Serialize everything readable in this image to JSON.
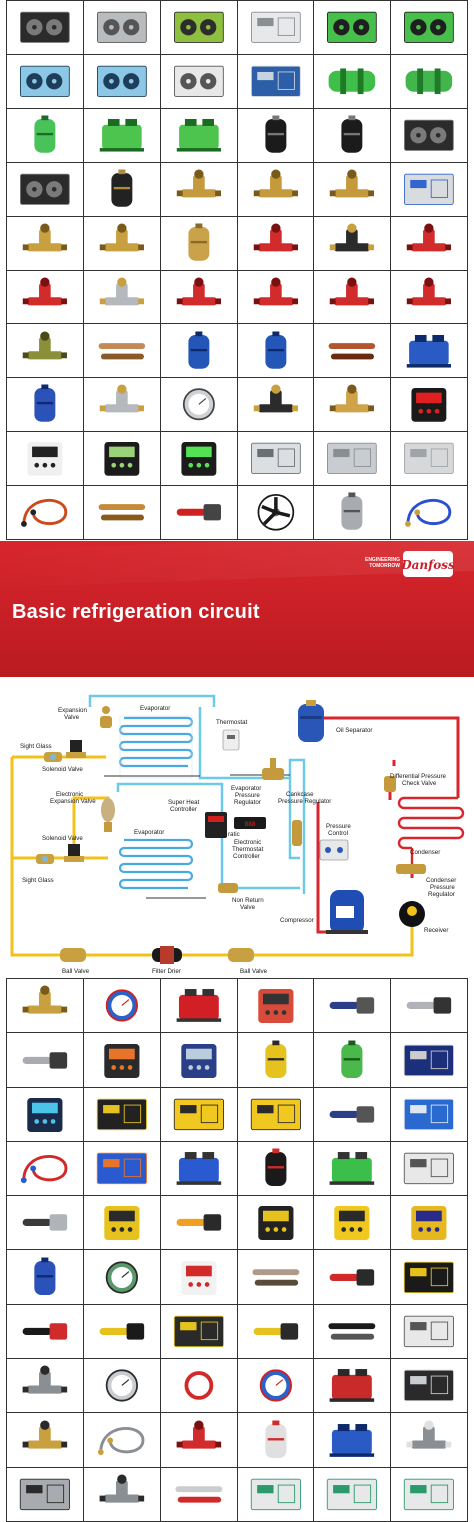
{
  "banner": {
    "title": "Basic refrigeration circuit",
    "tagline_line1": "ENGINEERING",
    "tagline_line2": "TOMORROW",
    "brand": "Danfoss",
    "brand_color": "#c8202b"
  },
  "diagram": {
    "labels": {
      "expansion_valve": [
        "Expansion",
        "Valve"
      ],
      "evaporator_top": "Evaporator",
      "thermostat": "Thermostat",
      "sight_glass_top": "Sight Glass",
      "solenoid_valve_top": "Solenoid Valve",
      "electronic_expansion_valve": [
        "Electronic",
        "Expansion Valve"
      ],
      "super_heat_controller": [
        "Super Heat",
        "Controller"
      ],
      "evaporator_pressure_regulator": [
        "Evaporator",
        "Pressure",
        "Regulator"
      ],
      "crankcase_pressure_regulator": [
        "Cankcase",
        "Pressure Regulator"
      ],
      "oil_separator": "Oil Separator",
      "differential_pressure_check_valve": [
        "Differential Pressure",
        "Check Valve"
      ],
      "solenoid_valve_bottom": "Solenoid Valve",
      "evaporator_bottom": "Evaporator",
      "electronic_thermostat_controller": [
        "ratic",
        "Electronic",
        "Thermostat",
        "Controller"
      ],
      "pressure_control": [
        "Pressure",
        "Control"
      ],
      "condenser": "Condenser",
      "condenser_pressure_regulator": [
        "Condenser",
        "Pressure",
        "Regulator"
      ],
      "sight_glass_bottom": "Sight Glass",
      "non_return_valve": [
        "Non Return",
        "Valve"
      ],
      "compressor": "Compressor",
      "receiver": "Receiver",
      "ball_valve_left": "Ball Valve",
      "filter_drier": "Filter Drier",
      "ball_valve_right": "Ball Valve"
    },
    "colors": {
      "liquid_line": "#f2c21a",
      "suction_line": "#6ec9e8",
      "discharge_line": "#d8262f",
      "evaporator_coil": "#4aa9de",
      "condenser_coil": "#d8262f",
      "receiver": "#111111"
    }
  },
  "top_grid": [
    [
      "cond-unit-dark-icon",
      "cooler-silver-icon",
      "cooler-green-icon",
      "chiller-white-icon",
      "cond-unit-green-icon",
      "cond-unit-green-icon"
    ],
    [
      "cooler-blue-icon",
      "cooler-blue-icon",
      "split-outdoor-icon",
      "cond-unit-blue-icon",
      "screw-compressor-green-icon",
      "heat-exchanger-green-icon"
    ],
    [
      "scroll-compressor-green-icon",
      "recip-compressor-green-icon",
      "recip-compressor-green-icon",
      "hermetic-compressor-black-icon",
      "hermetic-compressor-black-icon",
      "cond-unit-dark-icon"
    ],
    [
      "cond-unit-dark-icon",
      "filter-drier-black-icon",
      "expansion-valve-brass-icon",
      "expansion-valve-brass-icon",
      "expansion-valve-brass-icon",
      "pressure-switch-icon"
    ],
    [
      "brass-valve-icon",
      "brass-valve-icon",
      "brass-fitting-icon",
      "red-valve-icon",
      "solenoid-icon",
      "red-valve-icon"
    ],
    [
      "red-valve-icon",
      "sight-glass-icon",
      "red-valve-icon",
      "red-valve-icon",
      "red-valve-icon",
      "red-valve-icon"
    ],
    [
      "regulator-valve-icon",
      "copper-tube-icon",
      "receiver-blue-icon",
      "receiver-blue-icon",
      "filter-drier-copper-icon",
      "blue-valve-icon"
    ],
    [
      "filter-drier-blue-icon",
      "sight-glass-icon",
      "gauge-round-icon",
      "solenoid-icon",
      "brass-tee-icon",
      "thermostat-display-red-icon"
    ],
    [
      "controller-set-icon",
      "controller-display-icon",
      "controller-display-green-icon",
      "controller-module-icon",
      "plate-exchanger-icon",
      "evaporator-panel-icon"
    ],
    [
      "hose-kit-icon",
      "copper-bend-icon",
      "crimp-tool-icon",
      "axial-fan-icon",
      "fan-motor-icon",
      "charging-hose-blue-icon"
    ]
  ],
  "bottom_grid": [
    [
      "brass-valve-icon",
      "manifold-gauge-icon",
      "vacuum-pump-red-icon",
      "digital-gauge-red-icon",
      "tube-cutter-icon",
      "flaring-kit-icon"
    ],
    [
      "pliers-icon",
      "digital-manifold-icon",
      "leak-detector-icon",
      "recovery-tank-icon",
      "refrigerant-cylinder-green-icon",
      "recovery-machine-icon"
    ],
    [
      "vacuum-gauge-icon",
      "charging-scale-icon",
      "recovery-machine-yellow-icon",
      "recovery-machine-yellow-icon",
      "tube-cutter-icon",
      "tool-case-blue-icon"
    ],
    [
      "charging-hoses-icon",
      "recovery-machine-blue-icon",
      "vacuum-pump-blue-icon",
      "sensor-probe-icon",
      "vacuum-pump-green-icon",
      "condensate-pump-icon"
    ],
    [
      "wire-brush-icon",
      "digital-gauge-yellow-icon",
      "ir-thermometer-icon",
      "digital-probe-icon",
      "clamp-meter-yellow-icon",
      "multimeter-yellow-icon"
    ],
    [
      "filter-drier-blue-icon",
      "digital-gauge-green-icon",
      "thermometer-white-icon",
      "ruler-tool-icon",
      "clamp-set-icon",
      "tool-case-black-icon"
    ],
    [
      "pliers-set-icon",
      "screwdriver-set-icon",
      "socket-set-icon",
      "power-tool-set-icon",
      "insulation-tube-icon",
      "condensate-pump-icon"
    ],
    [
      "valve-assembly-icon",
      "pressure-gauge-icon",
      "pressure-gauge-red-icon",
      "manifold-gauge-icon",
      "oil-pump-red-icon",
      "control-panel-icon"
    ],
    [
      "fitting-small-icon",
      "sensor-cable-icon",
      "red-valve-icon",
      "oil-level-switch-icon",
      "blue-valve-icon",
      "valve-grey-icon"
    ],
    [
      "pressure-switch-grey-icon",
      "valve-assembly-icon",
      "probe-rod-icon",
      "oil-can-icon",
      "oil-can-icon",
      "oil-can-icon"
    ]
  ],
  "icon_shapes": {
    "cond-unit-dark-icon": {
      "kind": "box",
      "body": "#2b2b2b",
      "accent": "#7a7a7a",
      "fan": true
    },
    "cooler-silver-icon": {
      "kind": "box",
      "body": "#b9bcbf",
      "accent": "#555555",
      "fan": true
    },
    "cooler-green-icon": {
      "kind": "box",
      "body": "#8fbf3f",
      "accent": "#2d2d2d",
      "fan": true
    },
    "chiller-white-icon": {
      "kind": "box",
      "body": "#e6e8ea",
      "accent": "#8a8f94",
      "fan": false
    },
    "cond-unit-green-icon": {
      "kind": "box",
      "body": "#46c04a",
      "accent": "#1f1f1f",
      "fan": true
    },
    "cooler-blue-icon": {
      "kind": "box",
      "body": "#8cc8e6",
      "accent": "#1c3e5a",
      "fan": true
    },
    "split-outdoor-icon": {
      "kind": "box",
      "body": "#e8e8e8",
      "accent": "#555555",
      "fan": true
    },
    "cond-unit-blue-icon": {
      "kind": "box",
      "body": "#2d5fa8",
      "accent": "#c9d3df",
      "fan": false
    },
    "screw-compressor-green-icon": {
      "kind": "drum",
      "body": "#3fbf4a",
      "accent": "#1f7a26"
    },
    "heat-exchanger-green-icon": {
      "kind": "drum",
      "body": "#42b54c",
      "accent": "#207a2a"
    },
    "scroll-compressor-green-icon": {
      "kind": "can",
      "body": "#49c25a",
      "accent": "#1f6b2a"
    },
    "recip-compressor-green-icon": {
      "kind": "block",
      "body": "#4cc44e",
      "accent": "#1c6b22"
    },
    "hermetic-compressor-black-icon": {
      "kind": "can",
      "body": "#1b1b1b",
      "accent": "#777777"
    },
    "filter-drier-black-icon": {
      "kind": "can",
      "body": "#222222",
      "accent": "#b08a3a"
    },
    "expansion-valve-brass-icon": {
      "kind": "valve",
      "body": "#c49a3c",
      "accent": "#7a5a1a"
    },
    "pressure-switch-icon": {
      "kind": "box",
      "body": "#d9dcdf",
      "accent": "#3366cc",
      "fan": false
    },
    "brass-valve-icon": {
      "kind": "valve",
      "body": "#c9a040",
      "accent": "#7a5a1a"
    },
    "brass-fitting-icon": {
      "kind": "can",
      "body": "#caa24a",
      "accent": "#8a6a2a"
    },
    "red-valve-icon": {
      "kind": "valve",
      "body": "#d22b2b",
      "accent": "#7a1010"
    },
    "solenoid-icon": {
      "kind": "valve",
      "body": "#2b2b2b",
      "accent": "#c9a040"
    },
    "sight-glass-icon": {
      "kind": "valve",
      "body": "#b5b9bd",
      "accent": "#c9a040"
    },
    "regulator-valve-icon": {
      "kind": "valve",
      "body": "#8b8f3a",
      "accent": "#4a4a1a"
    },
    "copper-tube-icon": {
      "kind": "tube",
      "body": "#c48a56",
      "accent": "#8a5a2a"
    },
    "receiver-blue-icon": {
      "kind": "can",
      "body": "#2456b8",
      "accent": "#0f2a6a"
    },
    "filter-drier-copper-icon": {
      "kind": "tube",
      "body": "#b5552e",
      "accent": "#6a2a10"
    },
    "blue-valve-icon": {
      "kind": "block",
      "body": "#2a5bc4",
      "accent": "#0e2a6a"
    },
    "filter-drier-blue-icon": {
      "kind": "can",
      "body": "#2a52b8",
      "accent": "#0f2a6a"
    },
    "gauge-round-icon": {
      "kind": "gauge",
      "body": "#cfd2d5",
      "accent": "#444444"
    },
    "brass-tee-icon": {
      "kind": "valve",
      "body": "#d0a24a",
      "accent": "#7a5a1a"
    },
    "thermostat-display-red-icon": {
      "kind": "display",
      "body": "#1a1a1a",
      "accent": "#e02020"
    },
    "controller-set-icon": {
      "kind": "display",
      "body": "#f0f0f0",
      "accent": "#222222"
    },
    "controller-display-icon": {
      "kind": "display",
      "body": "#1b1b1b",
      "accent": "#9ad27a"
    },
    "controller-display-green-icon": {
      "kind": "display",
      "body": "#1b1b1b",
      "accent": "#53e253"
    },
    "controller-module-icon": {
      "kind": "box",
      "body": "#dcdfe2",
      "accent": "#6a6f74",
      "fan": false
    },
    "plate-exchanger-icon": {
      "kind": "box",
      "body": "#c9ccd0",
      "accent": "#8a8f94",
      "fan": false
    },
    "evaporator-panel-icon": {
      "kind": "box",
      "body": "#d6d8da",
      "accent": "#a0a4a8",
      "fan": false
    },
    "hose-kit-icon": {
      "kind": "hose",
      "body": "#cc4a1a",
      "accent": "#222222"
    },
    "copper-bend-icon": {
      "kind": "tube",
      "body": "#c48a3a",
      "accent": "#8a5a1a"
    },
    "crimp-tool-icon": {
      "kind": "tool",
      "body": "#d02020",
      "accent": "#444444"
    },
    "axial-fan-icon": {
      "kind": "fan",
      "body": "#1a1a1a",
      "accent": "#6a6a6a"
    },
    "fan-motor-icon": {
      "kind": "can",
      "body": "#a8acb0",
      "accent": "#555555"
    },
    "charging-hose-blue-icon": {
      "kind": "hose",
      "body": "#2a4fd0",
      "accent": "#c9a040"
    },
    "manifold-gauge-icon": {
      "kind": "gauge",
      "body": "#2a62c8",
      "accent": "#d02020"
    },
    "vacuum-pump-red-icon": {
      "kind": "block",
      "body": "#d21f26",
      "accent": "#333333"
    },
    "digital-gauge-red-icon": {
      "kind": "display",
      "body": "#d84a3a",
      "accent": "#333333"
    },
    "tube-cutter-icon": {
      "kind": "tool",
      "body": "#2a3f88",
      "accent": "#555555"
    },
    "flaring-kit-icon": {
      "kind": "tool",
      "body": "#b0b4b8",
      "accent": "#333333"
    },
    "pliers-icon": {
      "kind": "tool",
      "body": "#a8acb0",
      "accent": "#3a3a3a"
    },
    "digital-manifold-icon": {
      "kind": "display",
      "body": "#2a2a2a",
      "accent": "#e8742a"
    },
    "leak-detector-icon": {
      "kind": "display",
      "body": "#2a3f88",
      "accent": "#bcd"
    },
    "recovery-tank-icon": {
      "kind": "can",
      "body": "#e6c21f",
      "accent": "#2a2a2a"
    },
    "refrigerant-cylinder-green-icon": {
      "kind": "can",
      "body": "#4ab84a",
      "accent": "#1a5a1a"
    },
    "recovery-machine-icon": {
      "kind": "box",
      "body": "#1c2f7a",
      "accent": "#cccccc",
      "fan": false
    },
    "vacuum-gauge-icon": {
      "kind": "display",
      "body": "#1a2a4a",
      "accent": "#4ac4e8"
    },
    "charging-scale-icon": {
      "kind": "box",
      "body": "#222222",
      "accent": "#e6c21f",
      "fan": false
    },
    "recovery-machine-yellow-icon": {
      "kind": "box",
      "body": "#f0c81f",
      "accent": "#2a2a2a",
      "fan": false
    },
    "tool-case-blue-icon": {
      "kind": "box",
      "body": "#2a6ad0",
      "accent": "#dfe6ef",
      "fan": false
    },
    "charging-hoses-icon": {
      "kind": "hose",
      "body": "#d02a2a",
      "accent": "#2a5ad0"
    },
    "recovery-machine-blue-icon": {
      "kind": "box",
      "body": "#2a5ad0",
      "accent": "#e8742a",
      "fan": false
    },
    "vacuum-pump-blue-icon": {
      "kind": "block",
      "body": "#2a5ad0",
      "accent": "#333333"
    },
    "sensor-probe-icon": {
      "kind": "can",
      "body": "#1a1a1a",
      "accent": "#d02a2a"
    },
    "vacuum-pump-green-icon": {
      "kind": "block",
      "body": "#3cbf4a",
      "accent": "#333333"
    },
    "condensate-pump-icon": {
      "kind": "box",
      "body": "#e8e8e8",
      "accent": "#555555",
      "fan": false
    },
    "wire-brush-icon": {
      "kind": "tool",
      "body": "#3a3a3a",
      "accent": "#b0b4b8"
    },
    "digital-gauge-yellow-icon": {
      "kind": "display",
      "body": "#e6c21f",
      "accent": "#2a2a2a"
    },
    "ir-thermometer-icon": {
      "kind": "tool",
      "body": "#f0a020",
      "accent": "#2a2a2a"
    },
    "digital-probe-icon": {
      "kind": "display",
      "body": "#222222",
      "accent": "#e6c21f"
    },
    "clamp-meter-yellow-icon": {
      "kind": "display",
      "body": "#f0c81f",
      "accent": "#2a2a2a"
    },
    "multimeter-yellow-icon": {
      "kind": "display",
      "body": "#e6b81f",
      "accent": "#2a2a8a"
    },
    "digital-gauge-green-icon": {
      "kind": "gauge",
      "body": "#5a9a6a",
      "accent": "#2a2a2a"
    },
    "thermometer-white-icon": {
      "kind": "display",
      "body": "#f2f2f2",
      "accent": "#d02a2a"
    },
    "ruler-tool-icon": {
      "kind": "tube",
      "body": "#b09a8a",
      "accent": "#5a4a3a"
    },
    "clamp-set-icon": {
      "kind": "tool",
      "body": "#d02a2a",
      "accent": "#2a2a2a"
    },
    "tool-case-black-icon": {
      "kind": "box",
      "body": "#1a1a1a",
      "accent": "#e6c21f",
      "fan": false
    },
    "pliers-set-icon": {
      "kind": "tool",
      "body": "#1a1a1a",
      "accent": "#d02a2a"
    },
    "screwdriver-set-icon": {
      "kind": "tool",
      "body": "#e6c21f",
      "accent": "#1a1a1a"
    },
    "socket-set-icon": {
      "kind": "box",
      "body": "#2a2a2a",
      "accent": "#e6c21f",
      "fan": false
    },
    "power-tool-set-icon": {
      "kind": "tool",
      "body": "#e6c21f",
      "accent": "#2a2a2a"
    },
    "insulation-tube-icon": {
      "kind": "tube",
      "body": "#1a1a1a",
      "accent": "#555555"
    },
    "valve-assembly-icon": {
      "kind": "valve",
      "body": "#8a8f94",
      "accent": "#2a2a2a"
    },
    "pressure-gauge-icon": {
      "kind": "gauge",
      "body": "#c9ccd0",
      "accent": "#2a2a2a"
    },
    "pressure-gauge-red-icon": {
      "kind": "gauge",
      "body": "#d02a2a",
      "accent": "#ffffff"
    },
    "oil-pump-red-icon": {
      "kind": "block",
      "body": "#c92a2a",
      "accent": "#2a2a2a"
    },
    "control-panel-icon": {
      "kind": "box",
      "body": "#2a2a2a",
      "accent": "#c9ccd0",
      "fan": false
    },
    "fitting-small-icon": {
      "kind": "valve",
      "body": "#c9a040",
      "accent": "#2a2a2a"
    },
    "sensor-cable-icon": {
      "kind": "hose",
      "body": "#8a8f94",
      "accent": "#c9a040"
    },
    "oil-level-switch-icon": {
      "kind": "can",
      "body": "#e0e0e0",
      "accent": "#d02a2a"
    },
    "valve-grey-icon": {
      "kind": "valve",
      "body": "#8a8f94",
      "accent": "#e0e0e0"
    },
    "pressure-switch-grey-icon": {
      "kind": "box",
      "body": "#a8acb0",
      "accent": "#2a2a2a",
      "fan": false
    },
    "probe-rod-icon": {
      "kind": "tube",
      "body": "#c9ccd0",
      "accent": "#d02a2a"
    },
    "oil-can-icon": {
      "kind": "box",
      "body": "#e6e8ea",
      "accent": "#2a9a6a",
      "fan": false
    }
  }
}
